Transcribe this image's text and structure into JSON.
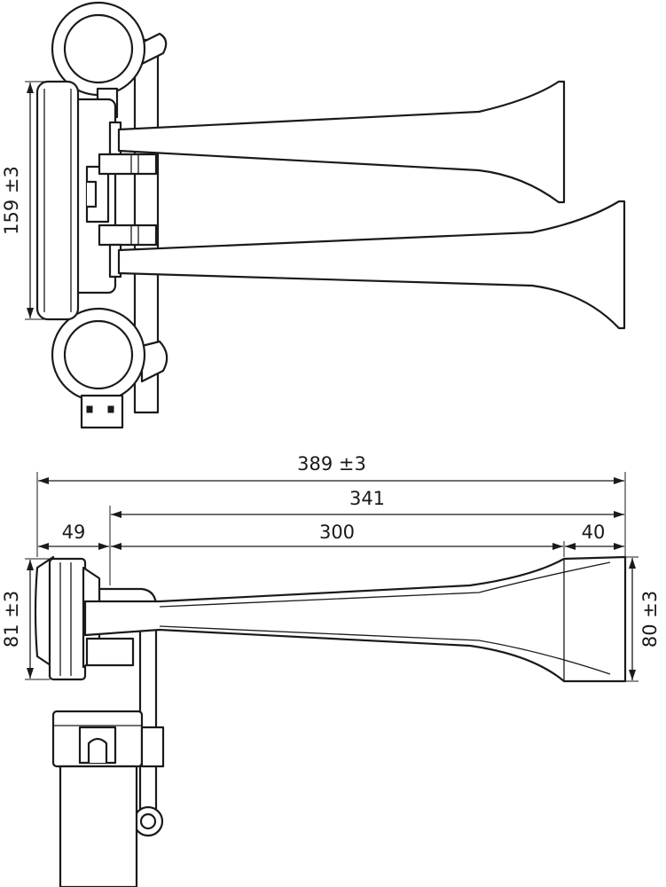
{
  "dimensions": {
    "top_height": "159 ±3",
    "total_length": "389 ±3",
    "horn_length": "341",
    "base_depth": "49",
    "tube_length": "300",
    "bell_depth": "40",
    "base_height": "81 ±3",
    "bell_diameter": "80 ±3"
  },
  "colors": {
    "line": "#1a1a1a",
    "background": "#ffffff"
  }
}
